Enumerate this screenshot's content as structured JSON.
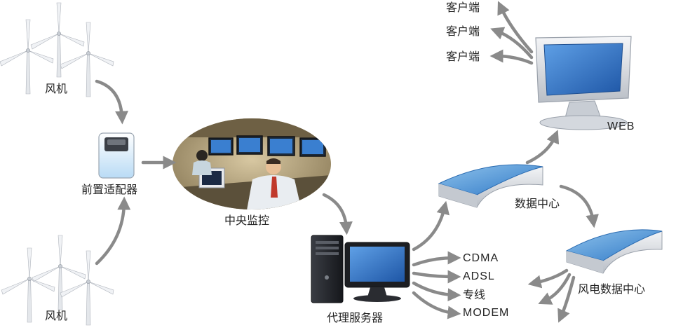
{
  "labels": {
    "fan_top": "风机",
    "fan_bottom": "风机",
    "adapter": "前置适配器",
    "monitor_center": "中央监控",
    "proxy": "代理服务器",
    "data_center": "数据中心",
    "wind_data_center": "风电数据中心",
    "web": "WEB",
    "client_1": "客户端",
    "client_2": "客户端",
    "client_3": "客户端",
    "link_cdma": "CDMA",
    "link_adsl": "ADSL",
    "link_leased": "专线",
    "link_modem": "MODEM"
  },
  "colors": {
    "arrow": "#8a8a8a",
    "screen_blue": "#2e6fc2",
    "device_silver": "#d9dde2",
    "tower_dark": "#1d1f24"
  }
}
